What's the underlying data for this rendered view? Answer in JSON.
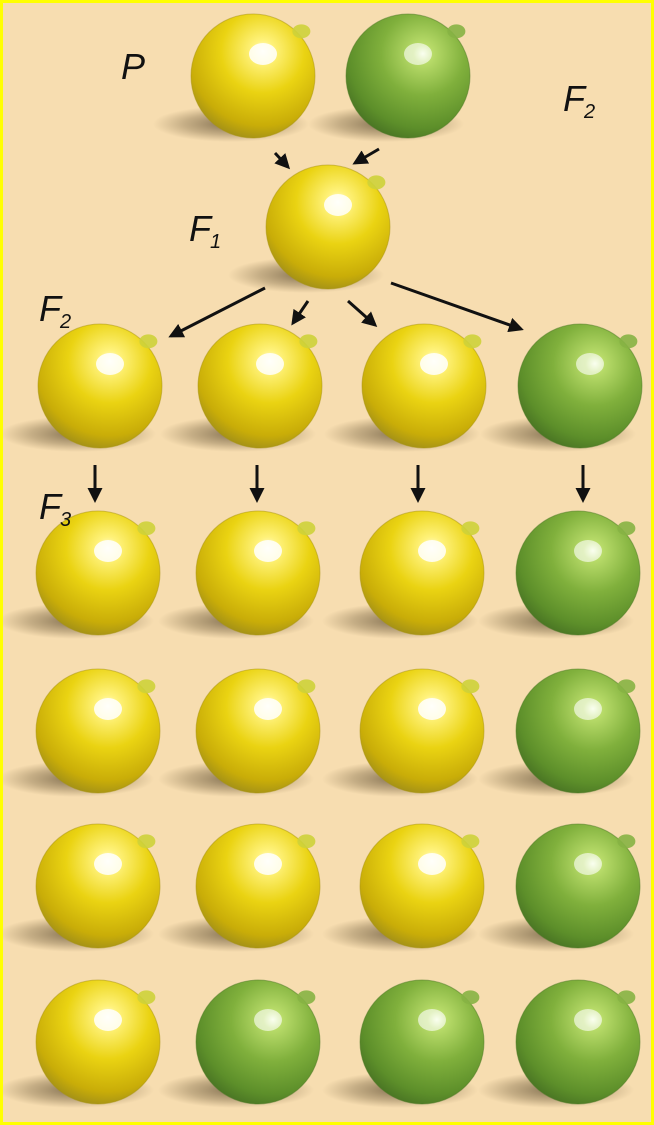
{
  "labels": {
    "p": "P",
    "f1": {
      "letter": "F",
      "sub": "1"
    },
    "f2": {
      "letter": "F",
      "sub": "2"
    },
    "f2_top": {
      "letter": "F",
      "sub": "2"
    },
    "f3": {
      "letter": "F",
      "sub": "3"
    }
  },
  "colors": {
    "background": "#f7ddb0",
    "border": "#ffff00",
    "yellow_pea": "#e8cf10",
    "green_pea": "#7fae3c",
    "arrow": "#111111"
  },
  "generations": {
    "p": [
      "yellow",
      "green"
    ],
    "f1": [
      "yellow"
    ],
    "f2": [
      "yellow",
      "yellow",
      "yellow",
      "green"
    ],
    "f3": [
      [
        "yellow",
        "yellow",
        "yellow",
        "green"
      ],
      [
        "yellow",
        "yellow",
        "yellow",
        "green"
      ],
      [
        "yellow",
        "yellow",
        "yellow",
        "green"
      ],
      [
        "yellow",
        "green",
        "green",
        "green"
      ]
    ]
  }
}
